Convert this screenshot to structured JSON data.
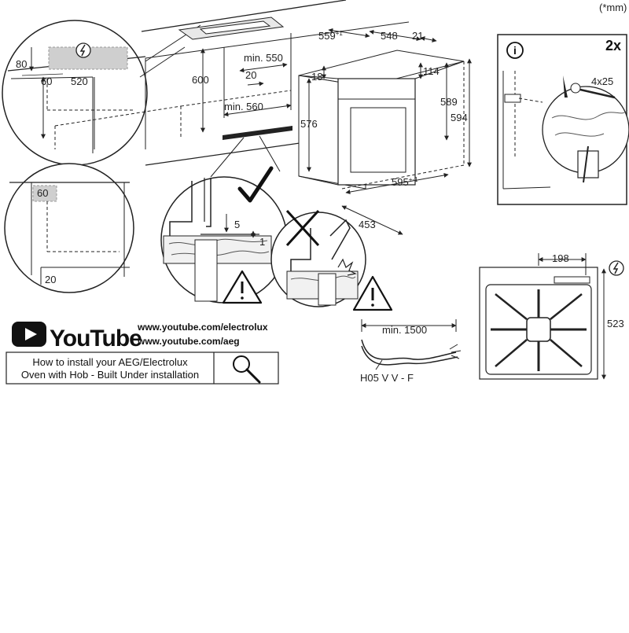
{
  "units_note": "(*mm)",
  "left_panel": {
    "dim_80": "80",
    "dim_60": "60",
    "dim_520": "520",
    "dim_600": "600",
    "dim_min550": "min. 550",
    "dim_20": "20",
    "dim_min560": "min. 560"
  },
  "oven": {
    "dim_559": "559",
    "dim_559_sup": "+1",
    "dim_548": "548",
    "dim_21": "21",
    "dim_18": "18",
    "dim_114": "114",
    "dim_589": "589",
    "dim_594": "594",
    "dim_576": "576",
    "dim_595": "595",
    "dim_595_sup": "+-1",
    "dim_453": "453"
  },
  "corner_panel": {
    "dim_60": "60",
    "dim_20": "20"
  },
  "detail": {
    "dim_5": "5",
    "dim_1": "1"
  },
  "screw_panel": {
    "quantity": "2x",
    "screw_size": "4x25"
  },
  "cable": {
    "min_length": "min. 1500",
    "cable_type": "H05 V V - F"
  },
  "hob": {
    "dim_198": "198",
    "dim_523": "523"
  },
  "youtube": {
    "logo_text": "YouTube",
    "url_1": "www.youtube.com/electrolux",
    "url_2": "www.youtube.com/aeg",
    "search_line_1": "How to install your AEG/Electrolux",
    "search_line_2": "Oven with Hob - Built Under installation"
  },
  "icons": [
    "electric-hazard-icon",
    "warning-icon",
    "info-icon",
    "magnifier-icon",
    "checkmark-icon",
    "cross-icon",
    "youtube-play-icon"
  ]
}
